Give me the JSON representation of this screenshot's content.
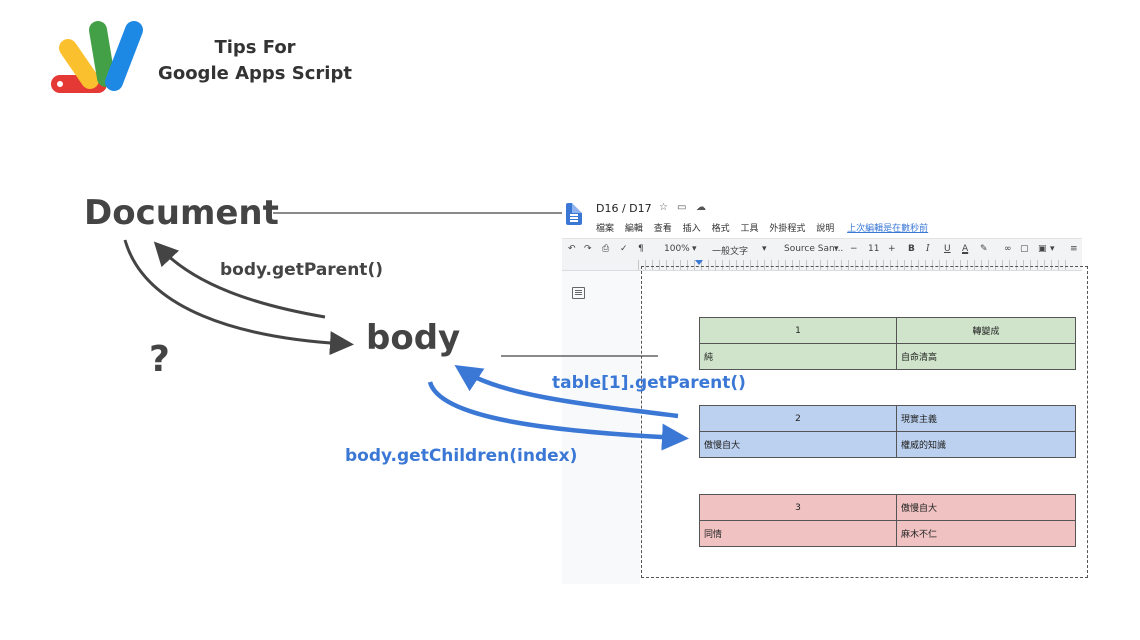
{
  "header": {
    "brand_line_1": "Tips For",
    "brand_line_2": "Google Apps Script",
    "logo_colors": [
      "#e53935",
      "#fbc02d",
      "#43a047",
      "#1e88e5"
    ]
  },
  "diagram": {
    "document_label": "Document",
    "body_label": "body",
    "question_label": "?",
    "get_parent_label": "body.getParent()",
    "table_parent_label": "table[1].getParent()",
    "get_children_label": "body.getChildren(index)",
    "dark_arrow_color": "#444444",
    "blue_arrow_color": "#3b78d6"
  },
  "docs_screenshot": {
    "title": "D16 / D17",
    "menu": [
      "檔案",
      "編輯",
      "查看",
      "插入",
      "格式",
      "工具",
      "外掛程式",
      "說明"
    ],
    "last_edit": "上次編輯是在數秒前",
    "toolbar": {
      "zoom": "100%",
      "style": "一般文字",
      "font": "Source San...",
      "font_size": "11"
    },
    "tables": [
      {
        "rows": [
          [
            "1",
            "轉變成"
          ],
          [
            "純",
            "自命清高"
          ]
        ],
        "color": "#cfe4cb"
      },
      {
        "rows": [
          [
            "2",
            "現實主義"
          ],
          [
            "傲慢自大",
            "權威的知識"
          ]
        ],
        "color": "#bcd1f0"
      },
      {
        "rows": [
          [
            "3",
            "傲慢自大"
          ],
          [
            "同情",
            "麻木不仁"
          ]
        ],
        "color": "#f0c2c2"
      }
    ]
  }
}
